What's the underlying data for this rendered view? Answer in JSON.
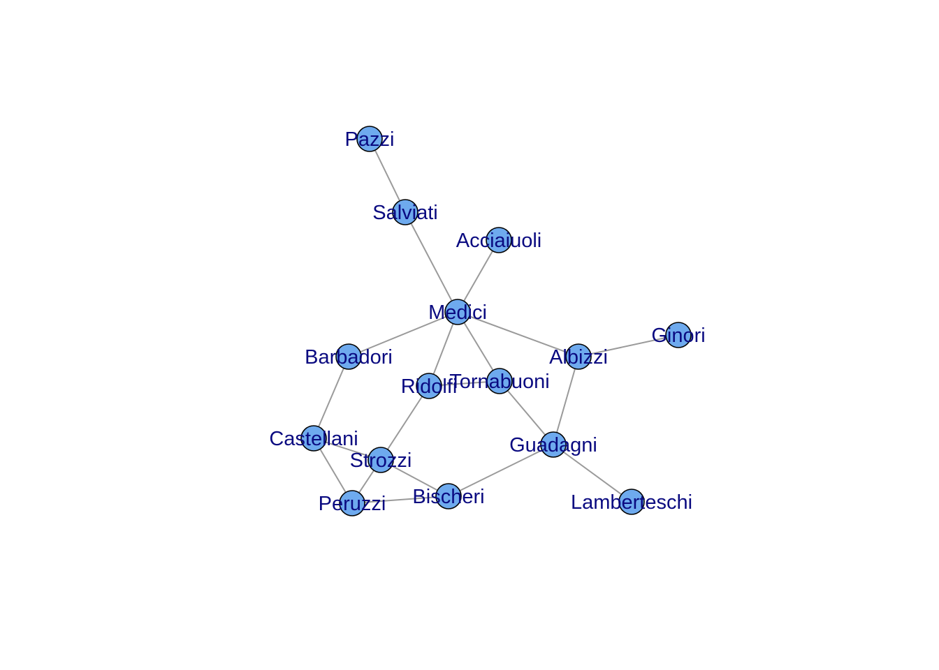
{
  "colors": {
    "node_fill": "#6eaaee",
    "node_stroke": "#000000",
    "edge": "#9a9a9a",
    "label": "#0a0a80",
    "background": "#ffffff"
  },
  "nodes": [
    {
      "id": "pazzi",
      "label": "Pazzi"
    },
    {
      "id": "salviati",
      "label": "Salviati"
    },
    {
      "id": "acciaiuoli",
      "label": "Acciaiuoli"
    },
    {
      "id": "medici",
      "label": "Medici"
    },
    {
      "id": "ginori",
      "label": "Ginori"
    },
    {
      "id": "barbadori",
      "label": "Barbadori"
    },
    {
      "id": "albizzi",
      "label": "Albizzi"
    },
    {
      "id": "ridolfi",
      "label": "Ridolfi"
    },
    {
      "id": "tornabuoni",
      "label": "Tornabuoni"
    },
    {
      "id": "castellani",
      "label": "Castellani"
    },
    {
      "id": "strozzi",
      "label": "Strozzi"
    },
    {
      "id": "guadagni",
      "label": "Guadagni"
    },
    {
      "id": "bischeri",
      "label": "Bischeri"
    },
    {
      "id": "peruzzi",
      "label": "Peruzzi"
    },
    {
      "id": "lamberteschi",
      "label": "Lamberteschi"
    }
  ],
  "edges": [
    [
      "pazzi",
      "salviati"
    ],
    [
      "salviati",
      "medici"
    ],
    [
      "acciaiuoli",
      "medici"
    ],
    [
      "medici",
      "barbadori"
    ],
    [
      "medici",
      "ridolfi"
    ],
    [
      "medici",
      "tornabuoni"
    ],
    [
      "medici",
      "albizzi"
    ],
    [
      "albizzi",
      "ginori"
    ],
    [
      "albizzi",
      "guadagni"
    ],
    [
      "barbadori",
      "castellani"
    ],
    [
      "ridolfi",
      "strozzi"
    ],
    [
      "ridolfi",
      "tornabuoni"
    ],
    [
      "tornabuoni",
      "guadagni"
    ],
    [
      "castellani",
      "strozzi"
    ],
    [
      "castellani",
      "peruzzi"
    ],
    [
      "strozzi",
      "peruzzi"
    ],
    [
      "strozzi",
      "bischeri"
    ],
    [
      "peruzzi",
      "bischeri"
    ],
    [
      "bischeri",
      "guadagni"
    ],
    [
      "guadagni",
      "lamberteschi"
    ]
  ]
}
